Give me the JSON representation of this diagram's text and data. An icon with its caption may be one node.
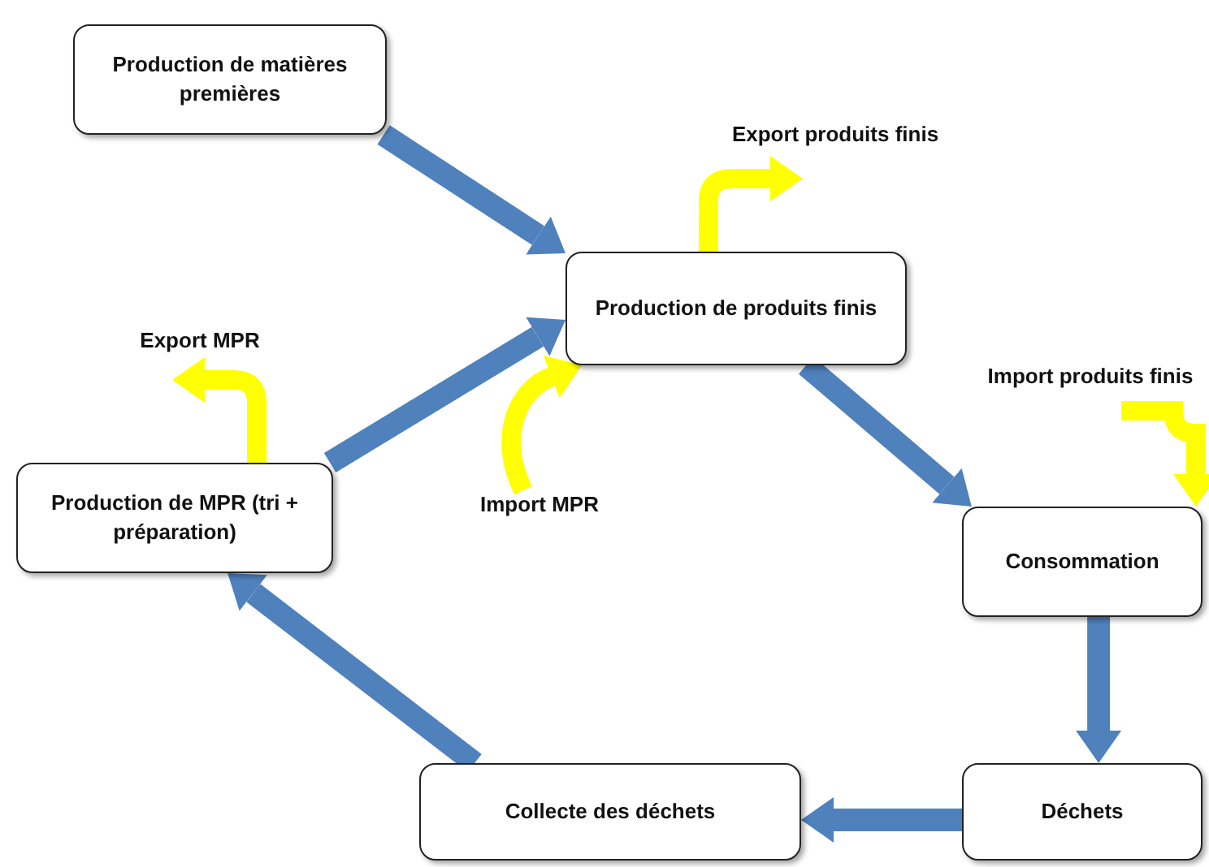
{
  "diagram": {
    "nodes": [
      {
        "text": [
          "Production de matières premières"
        ]
      },
      {
        "text": [
          "Production de produits finis"
        ]
      },
      {
        "text": [
          "Production de MPR (tri + préparation)"
        ]
      },
      {
        "text": [
          "Consommation"
        ]
      },
      {
        "text": [
          "Collecte des déchets"
        ]
      },
      {
        "text": [
          "Déchets"
        ]
      },
      {
        "text": [
          "Export produits finis"
        ]
      },
      {
        "text": [
          "Export MPR"
        ]
      },
      {
        "text": [
          "Import MPR"
        ]
      },
      {
        "text": [
          "Import produits finis"
        ]
      }
    ],
    "edges": [
      {
        "from": 0,
        "to": 1,
        "arrow": "to"
      },
      {
        "from": 2,
        "to": 1,
        "arrow": "to"
      },
      {
        "from": 1,
        "to": 3,
        "arrow": "to"
      },
      {
        "from": 3,
        "to": 5,
        "arrow": "to"
      },
      {
        "from": 5,
        "to": 4,
        "arrow": "to"
      },
      {
        "from": 4,
        "to": 2,
        "arrow": "to"
      },
      {
        "from": 1,
        "to": 6,
        "arrow": "to",
        "color": "#ffff00"
      },
      {
        "from": 2,
        "to": 7,
        "arrow": "to",
        "color": "#ffff00"
      },
      {
        "from": 8,
        "to": 1,
        "arrow": "to",
        "color": "#ffff00"
      },
      {
        "from": 9,
        "to": 3,
        "arrow": "to",
        "color": "#ffff00"
      }
    ]
  }
}
